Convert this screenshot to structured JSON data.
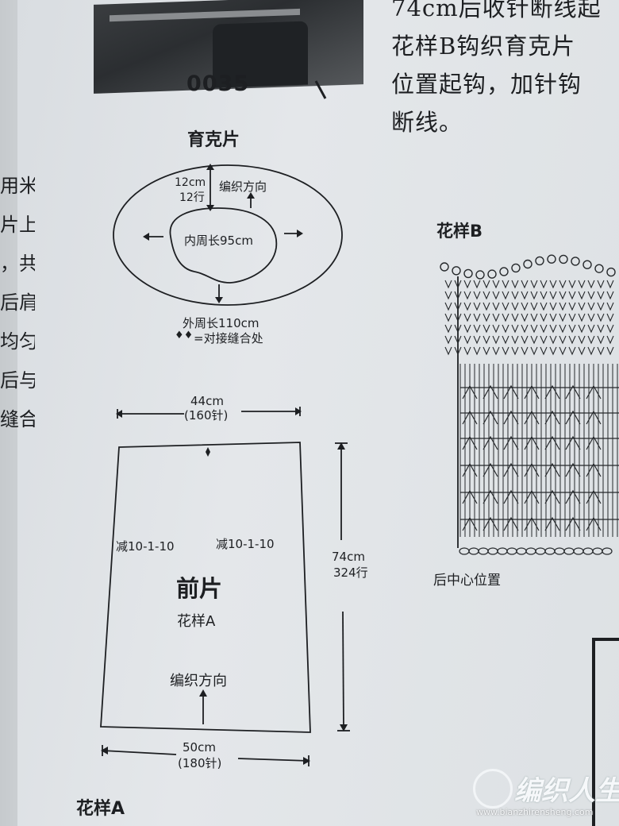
{
  "photo": {
    "code": "0035"
  },
  "instructions": {
    "lines": [
      "74cm后收针断线起",
      "花样B钩织育克片",
      "位置起钩，加针钩",
      "断线。"
    ]
  },
  "prev_page": {
    "fragments": [
      "用米线",
      "片上片",
      "，共约",
      "后肩的",
      "均匀",
      "后与",
      "缝合"
    ]
  },
  "yoke": {
    "title": "育克片",
    "height_cm": "12cm",
    "height_rows": "12行",
    "direction": "编织方向",
    "inner": "内周长95cm",
    "outer": "外周长110cm",
    "seam_note": "=对接缝合处"
  },
  "front": {
    "width_top": "44cm",
    "stitches_top": "(160针)",
    "decrease_left": "减10-1-10",
    "decrease_right": "减10-1-10",
    "title": "前片",
    "pattern": "花样A",
    "direction": "编织方向",
    "height_cm": "74cm",
    "height_rows": "324行",
    "width_bottom": "50cm",
    "stitches_bottom": "(180针)"
  },
  "pattern_b": {
    "title": "花样B",
    "caption": "后中心位置"
  },
  "pattern_a": {
    "title": "花样A"
  },
  "watermark": {
    "brand": "编织人生",
    "url": "www.bianzhirensheng.com"
  }
}
